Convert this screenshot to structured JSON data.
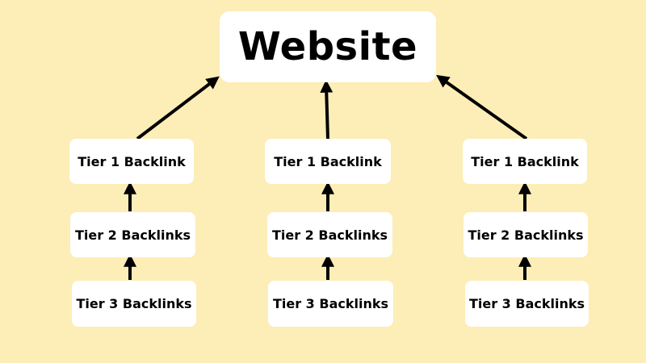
{
  "colors": {
    "background": "#FDEDB7",
    "box": "#FFFFFF",
    "text": "#000000",
    "arrow": "#000000"
  },
  "website": {
    "label": "Website"
  },
  "columns": [
    {
      "tier1": "Tier 1 Backlink",
      "tier2": "Tier 2 Backlinks",
      "tier3": "Tier 3 Backlinks"
    },
    {
      "tier1": "Tier 1 Backlink",
      "tier2": "Tier 2 Backlinks",
      "tier3": "Tier 3 Backlinks"
    },
    {
      "tier1": "Tier 1 Backlink",
      "tier2": "Tier 2 Backlinks",
      "tier3": "Tier 3 Backlinks"
    }
  ]
}
